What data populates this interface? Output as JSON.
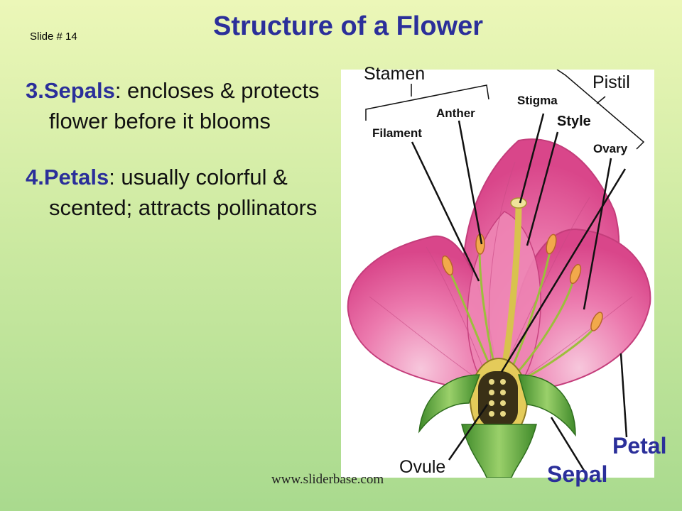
{
  "slide": {
    "number_label": "Slide # 14",
    "title": "Structure of a Flower",
    "footer": "www.sliderbase.com"
  },
  "bullets": [
    {
      "number": "3.",
      "term": "Sepals",
      "text": ":  encloses & protects flower before it blooms"
    },
    {
      "number": "4.",
      "term": "Petals",
      "text": ":  usually colorful & scented; attracts pollinators"
    }
  ],
  "diagram": {
    "labels": {
      "stamen": "Stamen",
      "pistil": "Pistil",
      "stigma": "Stigma",
      "anther": "Anther",
      "style": "Style",
      "filament": "Filament",
      "ovary": "Ovary",
      "ovule": "Ovule",
      "petal": "Petal",
      "sepal": "Sepal"
    },
    "colors": {
      "petal": "#e9679f",
      "sepal": "#5ea23a",
      "style": "#d8c24e",
      "label_blue": "#2b2f9a"
    }
  }
}
